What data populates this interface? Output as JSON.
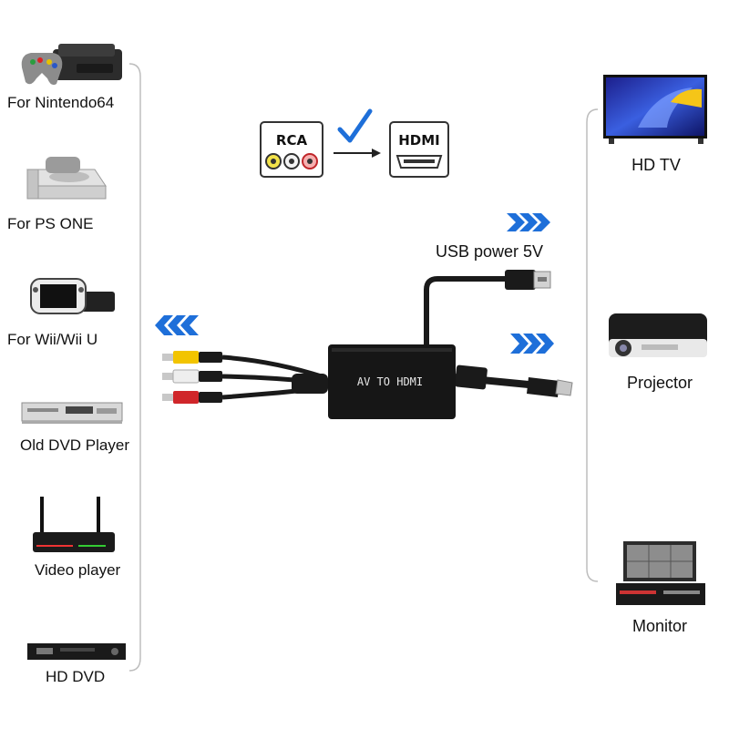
{
  "sources": [
    {
      "label": "For Nintendo64",
      "icon": "n64-console-icon"
    },
    {
      "label": "For PS ONE",
      "icon": "ps-one-console-icon"
    },
    {
      "label": "For Wii/Wii U",
      "icon": "wii-u-console-icon"
    },
    {
      "label": "Old DVD Player",
      "icon": "dvd-player-icon"
    },
    {
      "label": "Video player",
      "icon": "router-video-player-icon"
    },
    {
      "label": "HD DVD",
      "icon": "hd-dvd-player-icon"
    }
  ],
  "displays": [
    {
      "label": "HD TV",
      "icon": "hd-tv-icon"
    },
    {
      "label": "Projector",
      "icon": "projector-icon"
    },
    {
      "label": "Monitor",
      "icon": "monitor-icon"
    }
  ],
  "conversion": {
    "from_label": "RCA",
    "to_label": "HDMI",
    "check_icon": "checkmark-icon",
    "arrow_icon": "arrow-right-icon"
  },
  "device": {
    "label": "AV TO HDMI"
  },
  "usb": {
    "label": "USB power 5V"
  },
  "colors": {
    "chevron": "#1e6fd9",
    "rca_yellow": "#f2c400",
    "rca_white": "#eeeeee",
    "rca_red": "#d0262a",
    "cable": "#1a1a1a"
  }
}
